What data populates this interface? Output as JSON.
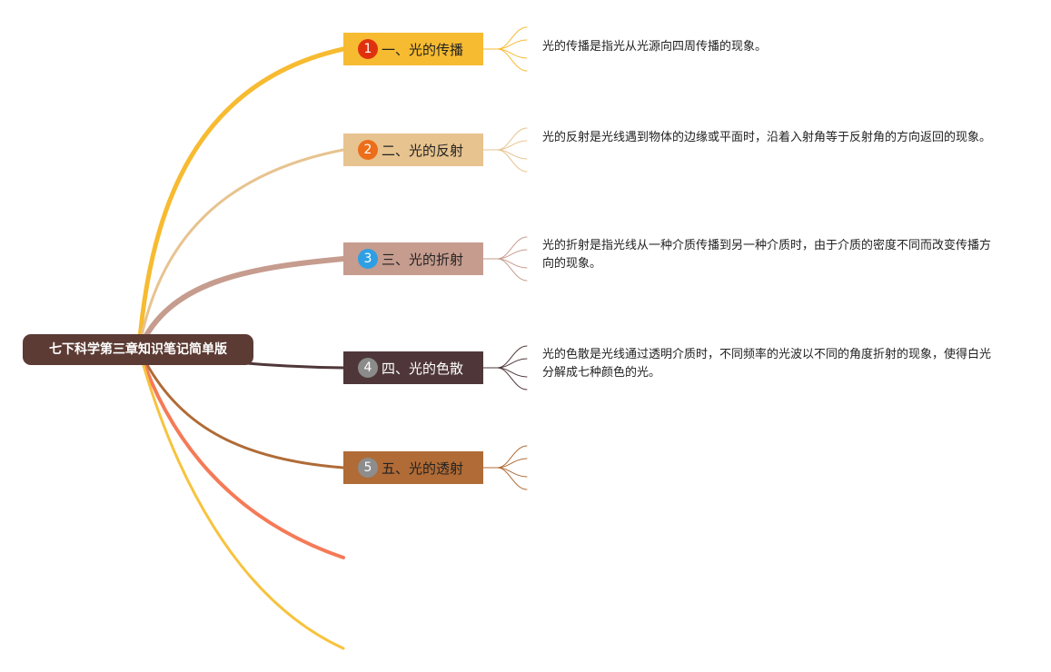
{
  "root": {
    "label": "七下科学第三章知识笔记简单版",
    "color": "#5b3b34"
  },
  "branches": [
    {
      "number": "1",
      "label": "一、光的传播",
      "color": "#f7bb31",
      "num_color": "#e0310e",
      "note": "光的传播是指光从光源向四周传播的现象。"
    },
    {
      "number": "2",
      "label": "二、光的反射",
      "color": "#e7c38f",
      "num_color": "#ec6d1a",
      "note": "光的反射是光线遇到物体的边缘或平面时，沿着入射角等于反射角的方向返回的现象。"
    },
    {
      "number": "3",
      "label": "三、光的折射",
      "color": "#c69c8e",
      "num_color": "#2f9fe4",
      "note": "光的折射是指光线从一种介质传播到另一种介质时，由于介质的密度不同而改变传播方向的现象。"
    },
    {
      "number": "4",
      "label": "四、光的色散",
      "color": "#4f3739",
      "num_color": "#8b8b8b",
      "note": "光的色散是光线通过透明介质时，不同频率的光波以不同的角度折射的现象，使得白光分解成七种颜色的光。"
    },
    {
      "number": "5",
      "label": "五、光的透射",
      "color": "#b06b36",
      "num_color": "#8d8d8d",
      "note": ""
    }
  ],
  "extra_branch_colors": [
    "#f57a57",
    "#f7c33e"
  ]
}
